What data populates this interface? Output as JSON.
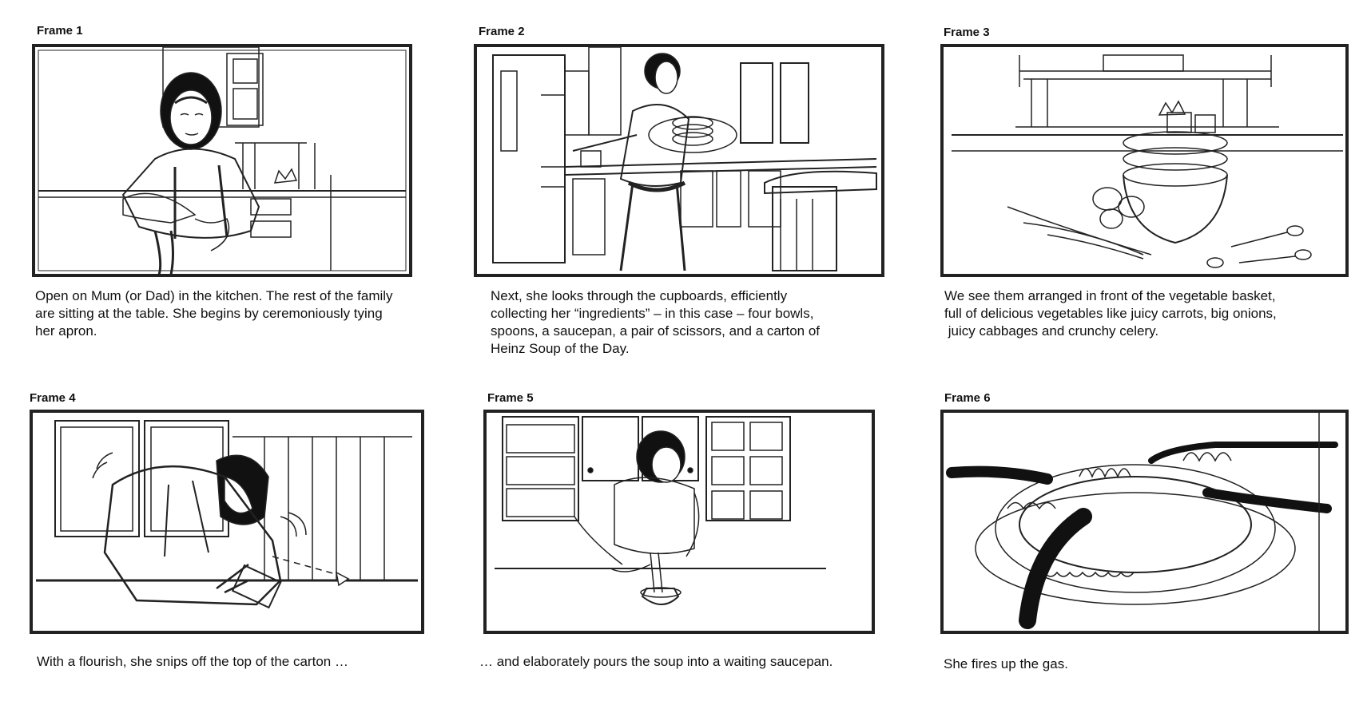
{
  "frames": [
    {
      "title": "Frame 1",
      "illustration": "woman-tying-apron-in-kitchen",
      "caption_lines": [
        "Open on Mum (or Dad) in the kitchen. The rest of the family",
        "are sitting at the table. She begins by ceremoniously tying",
        "her apron."
      ]
    },
    {
      "title": "Frame 2",
      "illustration": "woman-collecting-bowls-from-cupboards",
      "caption_lines": [
        "Next, she looks through the cupboards, efficiently",
        "collecting her “ingredients” – in this case – four bowls,",
        "spoons, a saucepan, a pair of scissors, and a carton of",
        "Heinz Soup of the Day."
      ]
    },
    {
      "title": "Frame 3",
      "illustration": "bowls-spoons-and-vegetables-on-counter",
      "caption_lines": [
        "We see them arranged in front of the vegetable basket,",
        "full of delicious vegetables like juicy carrots, big onions,",
        " juicy cabbages and crunchy celery."
      ]
    },
    {
      "title": "Frame 4",
      "illustration": "woman-snipping-carton-with-scissors",
      "caption_lines": [
        "With a flourish, she snips off the top of the carton …"
      ]
    },
    {
      "title": "Frame 5",
      "illustration": "woman-pouring-soup-into-saucepan",
      "caption_lines": [
        "… and elaborately pours the soup into a waiting saucepan."
      ]
    },
    {
      "title": "Frame 6",
      "illustration": "gas-burner-flame-closeup",
      "caption_lines": [
        "She fires up the gas."
      ]
    }
  ]
}
